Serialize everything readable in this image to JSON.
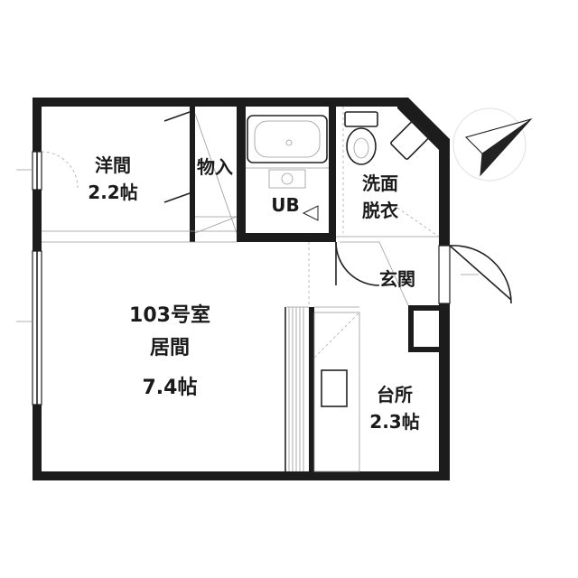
{
  "rooms": {
    "western_room": {
      "name": "洋間",
      "size": "2.2帖"
    },
    "storage": {
      "name": "物入"
    },
    "bath": {
      "name": "UB"
    },
    "washroom": {
      "line1": "洗面",
      "line2": "脱衣"
    },
    "entrance": {
      "name": "玄関"
    },
    "living": {
      "unit": "103号室",
      "name": "居間",
      "size": "7.4帖"
    },
    "kitchen": {
      "name": "台所",
      "size": "2.3帖"
    }
  },
  "compass": {
    "icon": "north-arrow-icon"
  },
  "colors": {
    "wall": "#1c1c1c",
    "line": "#222222",
    "background": "#ffffff"
  }
}
